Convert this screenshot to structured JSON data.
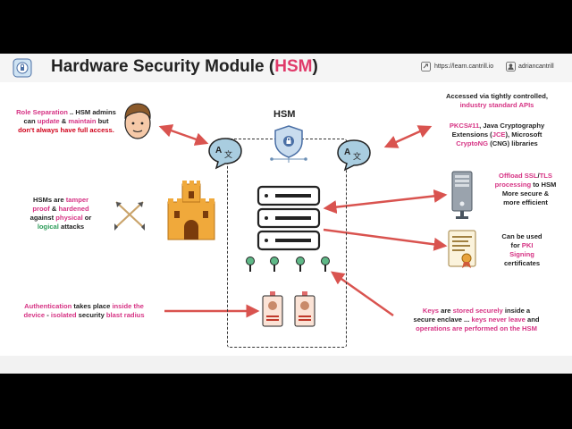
{
  "header": {
    "title_main": "Hardware Security Module (",
    "title_accent": "HSM",
    "title_close": ")",
    "link_url": "https://learn.cantrill.io",
    "link_user": "adriancantrill"
  },
  "diagram": {
    "hsm_label": "HSM",
    "notes": {
      "role": [
        "Role Separation",
        " .. HSM admins",
        "can ",
        "update",
        " & ",
        "maintain",
        " but",
        "don't always have full access."
      ],
      "access": [
        "Accessed via tightly controlled,",
        "industry standard APIs"
      ],
      "apis": [
        "PKCS#11",
        ", Java Cryptography",
        "Extensions (",
        "JCE",
        "), Microsoft",
        "CryptoNG",
        " (CNG) libraries"
      ],
      "tamper": [
        "HSMs are ",
        "tamper",
        "proof",
        " & ",
        "hardened",
        "against ",
        "physical",
        " or",
        "logical",
        " attacks"
      ],
      "offload": [
        "Offload SSL",
        "/",
        "TLS",
        "processing",
        " to HSM",
        "More secure &",
        "more efficient"
      ],
      "pki": [
        "Can be used",
        "for ",
        "PKI",
        "Signing",
        "certificates"
      ],
      "auth": [
        "Authentication",
        " takes place ",
        "inside the",
        "device",
        " - ",
        "isolated",
        " security ",
        "blast radius"
      ],
      "keys": [
        "Keys",
        " are ",
        "stored securely",
        " inside a",
        "secure enclave ... ",
        "keys never leave",
        " and",
        "operations are performed on the HSM"
      ]
    },
    "colors": {
      "pink": "#d63384",
      "red": "#d0021b",
      "green": "#2e9c5a",
      "arrow": "#d9534f"
    }
  }
}
